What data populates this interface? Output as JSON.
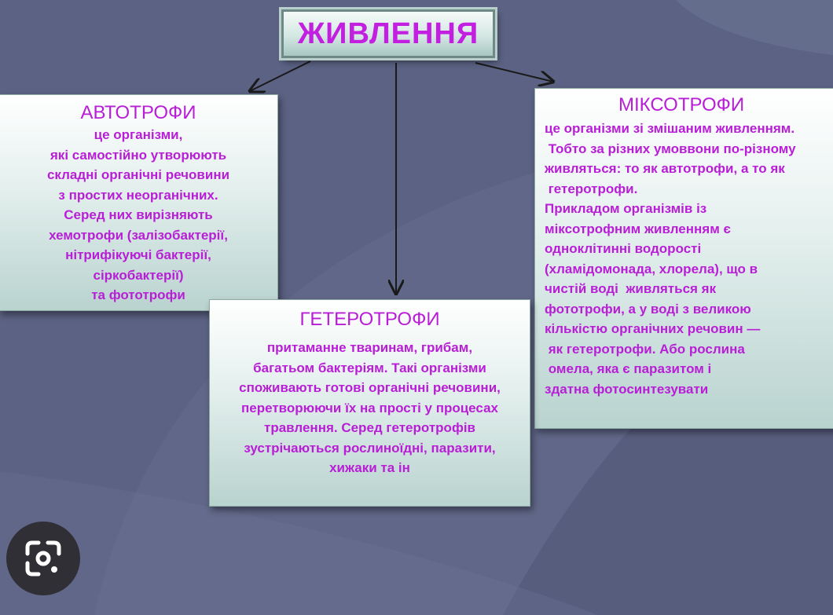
{
  "title": "ЖИВЛЕННЯ",
  "autotrophs": {
    "heading": "АВТОТРОФИ",
    "lines": [
      "це організми,",
      "які самостійно утворюють",
      "складні органічні речовини",
      "з простих неорганічних.",
      "Серед них вирізняють",
      "хемотрофи (залізобактерії,",
      "нітрифікуючі бактерії,",
      "сіркобактерії)",
      "та фототрофи"
    ]
  },
  "heterotrophs": {
    "heading": "ГЕТЕРОТРОФИ",
    "lines": [
      "притаманне тваринам, грибам,",
      "багатьом бактеріям. Такі організми",
      "споживають готові органічні речовини,",
      "перетворюючи їх на прості у процесах",
      "травлення. Серед гетеротрофів",
      "зустрічаються рослиноїдні, паразити,",
      "хижаки та ін"
    ]
  },
  "mixotrophs": {
    "heading": "МІКСОТРОФИ",
    "lines": [
      "це організми зі змішаним живленням.",
      " Тобто за різних умоввони по-різному",
      "живляться: то як автотрофи, а то як",
      " гетеротрофи.",
      "Прикладом організмів із",
      "міксотрофним живленням є",
      "одноклітинні водорості",
      "(хламідомонада, хлорела), що в",
      "чистій воді  живляться як",
      "фототрофи, а у воді з великою",
      "кількістю органічних речовин —",
      " як гетеротрофи. Або рослина",
      " омела, яка є паразитом і",
      "здатна фотосинтезувати"
    ]
  },
  "colors": {
    "background": "#5b6283",
    "accent_text": "#b81ed6",
    "title_text": "#c21fe0"
  },
  "icons": {
    "lens": "google-lens-icon"
  }
}
